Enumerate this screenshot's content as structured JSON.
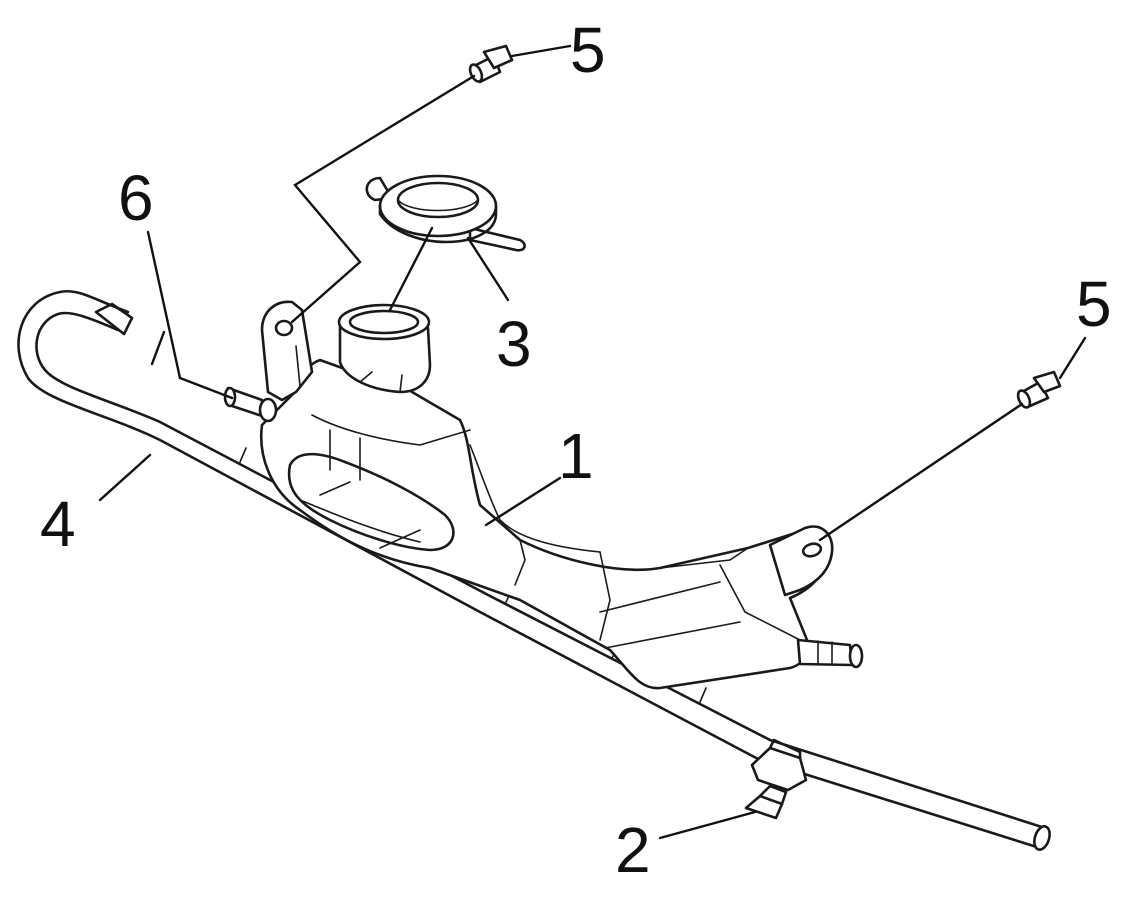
{
  "diagram": {
    "callouts": [
      {
        "id": "c1",
        "text": "1"
      },
      {
        "id": "c2",
        "text": "2"
      },
      {
        "id": "c3",
        "text": "3"
      },
      {
        "id": "c4",
        "text": "4"
      },
      {
        "id": "c5a",
        "text": "5"
      },
      {
        "id": "c5b",
        "text": "5"
      },
      {
        "id": "c6",
        "text": "6"
      }
    ],
    "line_color": "#1a1a1a",
    "background": "#ffffff"
  }
}
